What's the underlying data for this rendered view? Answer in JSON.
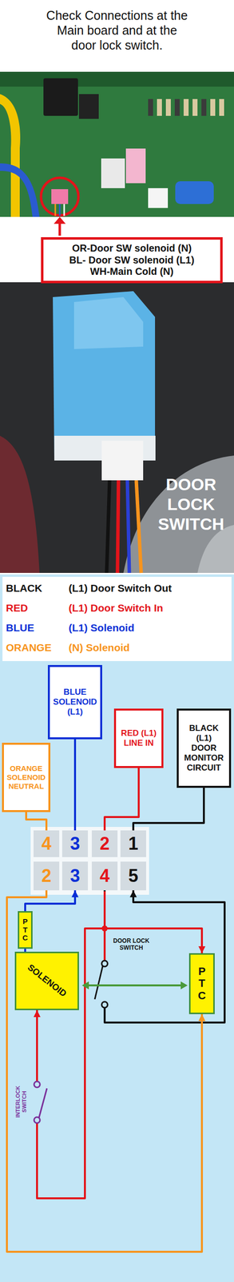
{
  "diagram": {
    "title": "Check Connections at the Main board and at the door lock switch.",
    "nodes": [
      {
        "text": [
          "OR-Door SW solenoid (N)",
          "BL- Door SW solenoid (L1)",
          "WH-Main Cold (N)"
        ]
      },
      {
        "text": [
          "ORANGE SOLENOID NEUTRAL"
        ]
      },
      {
        "text": [
          "BLUE SOLENOID (L1)"
        ]
      },
      {
        "text": [
          "RED (L1) LINE IN"
        ]
      },
      {
        "text": [
          "BLACK (L1) DOOR MONITOR CIRCUIT"
        ]
      },
      {
        "text": [
          "4"
        ]
      },
      {
        "text": [
          "3"
        ]
      },
      {
        "text": [
          "2"
        ]
      },
      {
        "text": [
          "1"
        ]
      },
      {
        "text": [
          "2"
        ]
      },
      {
        "text": [
          "3"
        ]
      },
      {
        "text": [
          "4"
        ]
      },
      {
        "text": [
          "5"
        ]
      },
      {
        "text": [
          "PTC"
        ]
      },
      {
        "text": [
          "SOLENOID"
        ]
      },
      {
        "text": [
          "PTC"
        ]
      }
    ],
    "edges": [
      {
        "from": 1,
        "to": 5,
        "arrow": "none"
      },
      {
        "from": 2,
        "to": 6,
        "arrow": "none"
      },
      {
        "from": 3,
        "to": 7,
        "arrow": "none"
      },
      {
        "from": 4,
        "to": 8,
        "arrow": "none"
      },
      {
        "from": 13,
        "to": 10,
        "arrow": "to"
      },
      {
        "from": 13,
        "to": 14,
        "arrow": "none"
      },
      {
        "from": 11,
        "to": 14,
        "arrow": "to"
      },
      {
        "from": 11,
        "to": 15,
        "arrow": "to"
      },
      {
        "from": 11,
        "to": 12,
        "arrow": "to"
      },
      {
        "from": 9,
        "to": 15,
        "arrow": "to"
      }
    ],
    "labels": [
      "DOOR LOCK SWITCH",
      "BLACK",
      "(L1) Door Switch Out",
      "RED",
      "(L1) Door Switch In",
      "BLUE",
      "(L1) Solenoid",
      "ORANGE",
      "(N) Solenoid",
      "DOOR LOCK SWITCH",
      "INTERLOCK SWITCH"
    ]
  }
}
